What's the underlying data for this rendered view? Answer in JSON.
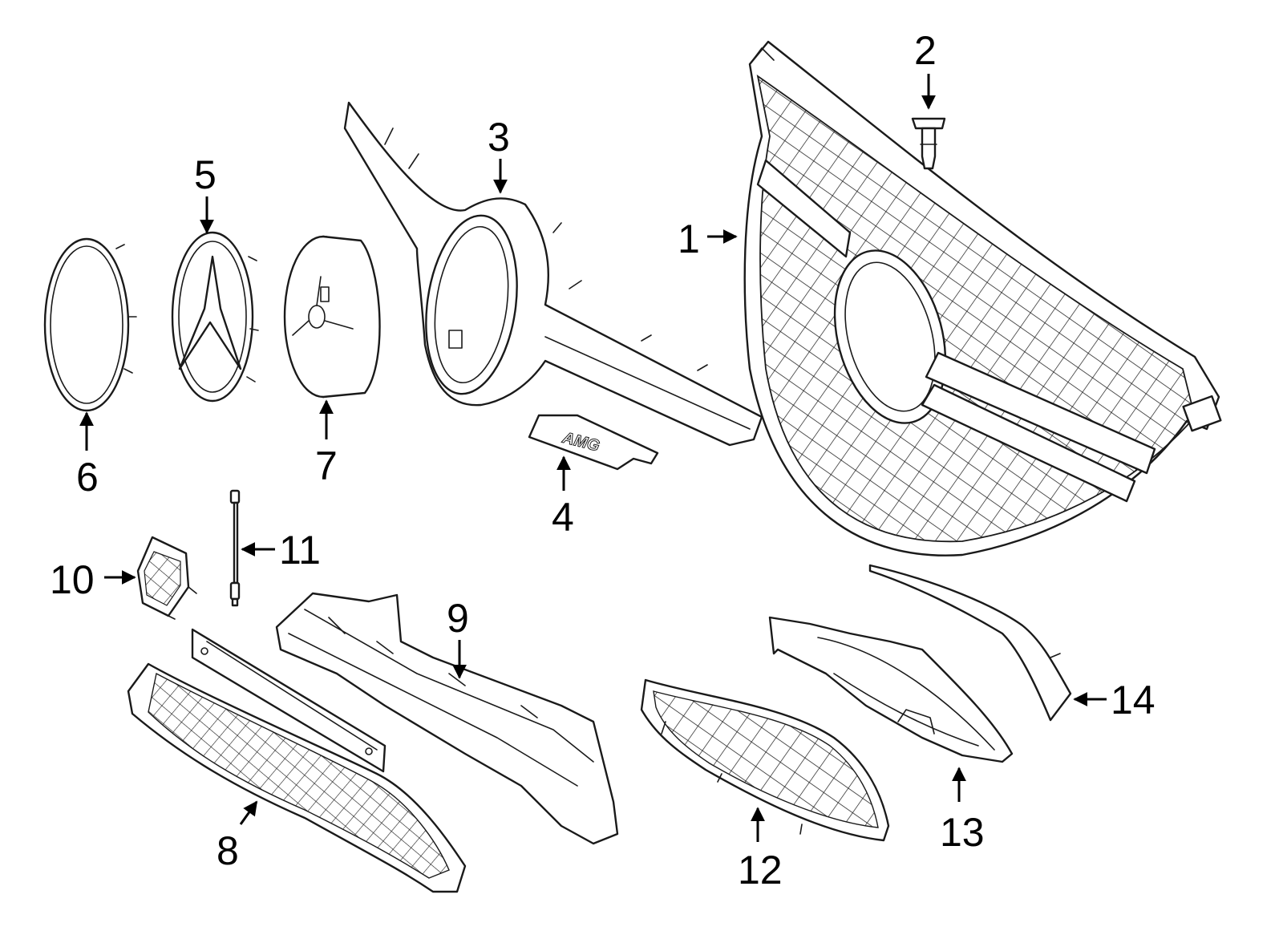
{
  "diagram": {
    "callouts": [
      "1",
      "2",
      "3",
      "4",
      "5",
      "6",
      "7",
      "8",
      "9",
      "10",
      "11",
      "12",
      "13",
      "14"
    ],
    "emblem_text": "AMG"
  },
  "colors": {
    "line": "#1a1a1a",
    "background": "#ffffff"
  }
}
